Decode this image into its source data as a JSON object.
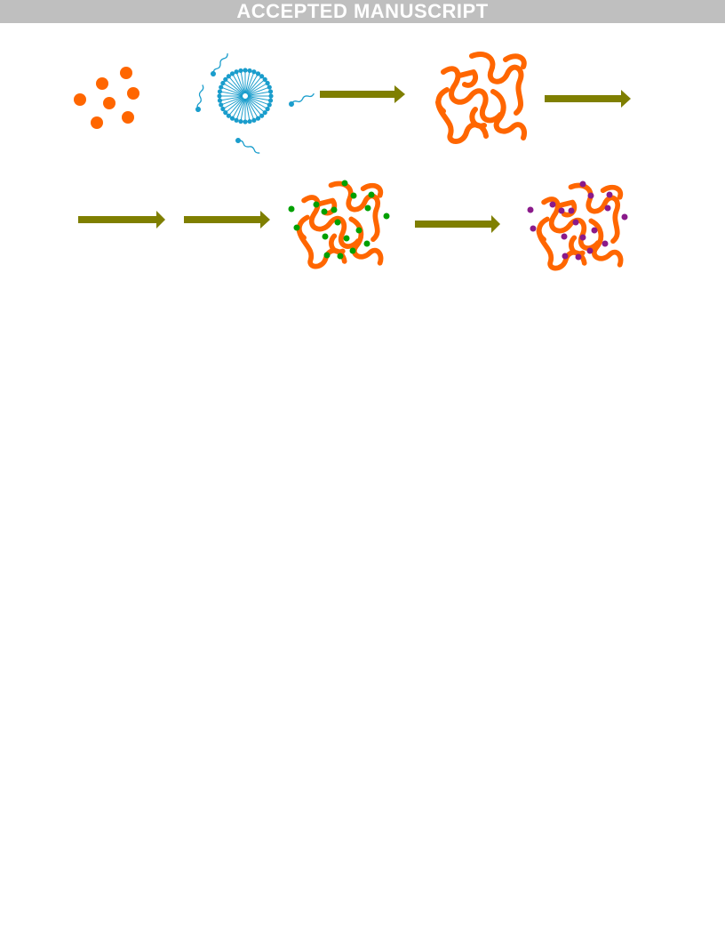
{
  "banner": {
    "text": "ACCEPTED MANUSCRIPT"
  },
  "colors": {
    "banner_bg": "#bfbfbf",
    "monomer": "#ff6600",
    "surfactant": "#1a9dcc",
    "arrow": "#7f7f00",
    "dot_green": "#00a000",
    "dot_purple": "#8a1a8a"
  },
  "figure": {
    "row1": [
      "monomer-droplets",
      "surfactant-micelle",
      "polymer-network"
    ],
    "row2": [
      "polymer-network-green-dots",
      "polymer-network-purple-dots"
    ]
  }
}
